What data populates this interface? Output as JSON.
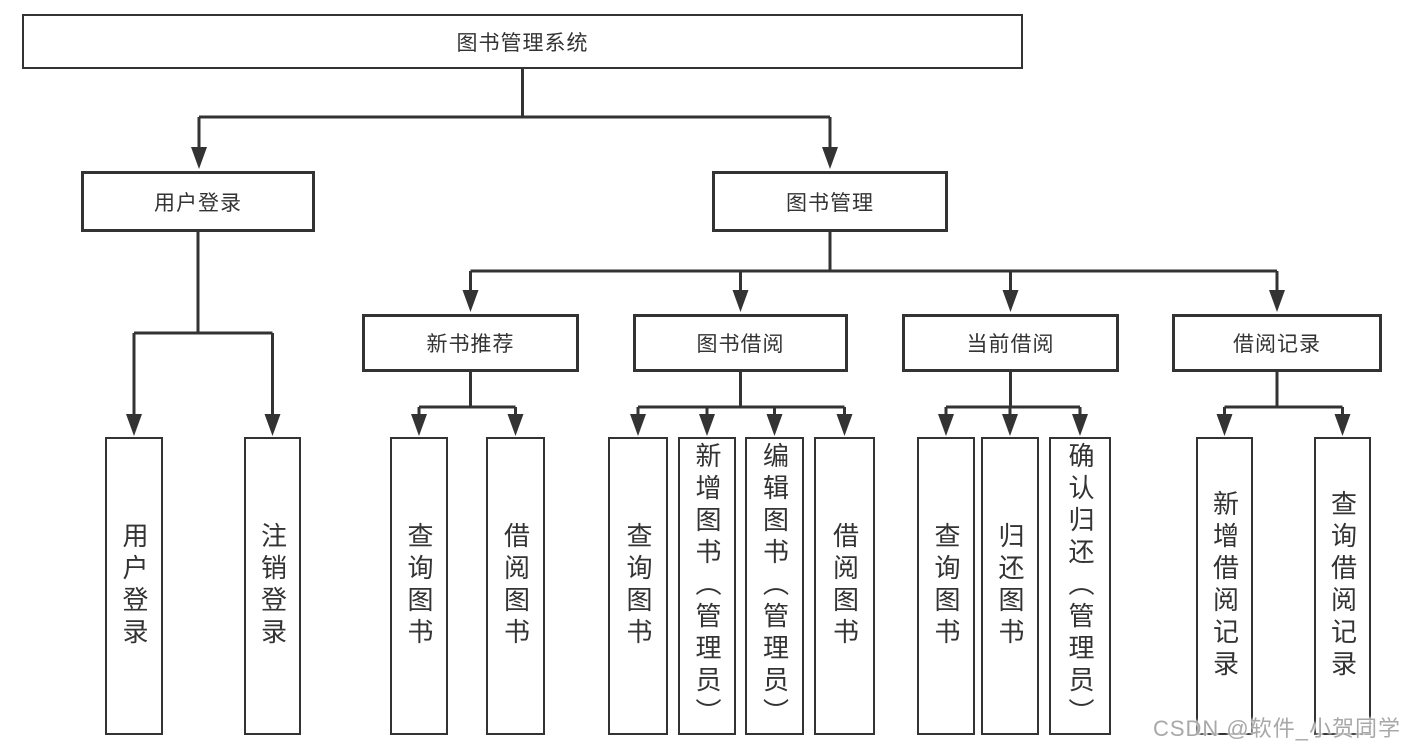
{
  "diagram": {
    "root": {
      "id": "library-management-system",
      "label": "图书管理系统"
    },
    "level2": [
      {
        "id": "user-login",
        "label": "用户登录"
      },
      {
        "id": "book-management",
        "label": "图书管理"
      }
    ],
    "level3": [
      {
        "id": "new-book-recommendation",
        "parent": "book-management",
        "label": "新书推荐"
      },
      {
        "id": "book-borrowing",
        "parent": "book-management",
        "label": "图书借阅"
      },
      {
        "id": "current-borrowing",
        "parent": "book-management",
        "label": "当前借阅"
      },
      {
        "id": "borrowing-records",
        "parent": "book-management",
        "label": "借阅记录"
      }
    ],
    "leaves": [
      {
        "id": "user-login-action",
        "parent": "user-login",
        "label": "用户登录"
      },
      {
        "id": "logout-action",
        "parent": "user-login",
        "label": "注销登录"
      },
      {
        "id": "query-books-recommend",
        "parent": "new-book-recommendation",
        "label": "查询图书"
      },
      {
        "id": "borrow-books-recommend",
        "parent": "new-book-recommendation",
        "label": "借阅图书"
      },
      {
        "id": "query-books-borrowing",
        "parent": "book-borrowing",
        "label": "查询图书"
      },
      {
        "id": "add-books-admin",
        "parent": "book-borrowing",
        "label": "新增图书（管理员）"
      },
      {
        "id": "edit-books-admin",
        "parent": "book-borrowing",
        "label": "编辑图书（管理员）"
      },
      {
        "id": "borrow-books-borrowing",
        "parent": "book-borrowing",
        "label": "借阅图书"
      },
      {
        "id": "query-books-current",
        "parent": "current-borrowing",
        "label": "查询图书"
      },
      {
        "id": "return-books",
        "parent": "current-borrowing",
        "label": "归还图书"
      },
      {
        "id": "confirm-return-admin",
        "parent": "current-borrowing",
        "label": "确认归还（管理员）"
      },
      {
        "id": "add-borrow-record",
        "parent": "borrowing-records",
        "label": "新增借阅记录"
      },
      {
        "id": "query-borrow-record",
        "parent": "borrowing-records",
        "label": "查询借阅记录"
      }
    ]
  },
  "watermark": {
    "text": "CSDN @软件_小贺同学"
  },
  "colors": {
    "line": "#333333",
    "box_border": "#333333",
    "text": "#333333",
    "watermark": "#a8a8a8",
    "background": "#ffffff"
  }
}
